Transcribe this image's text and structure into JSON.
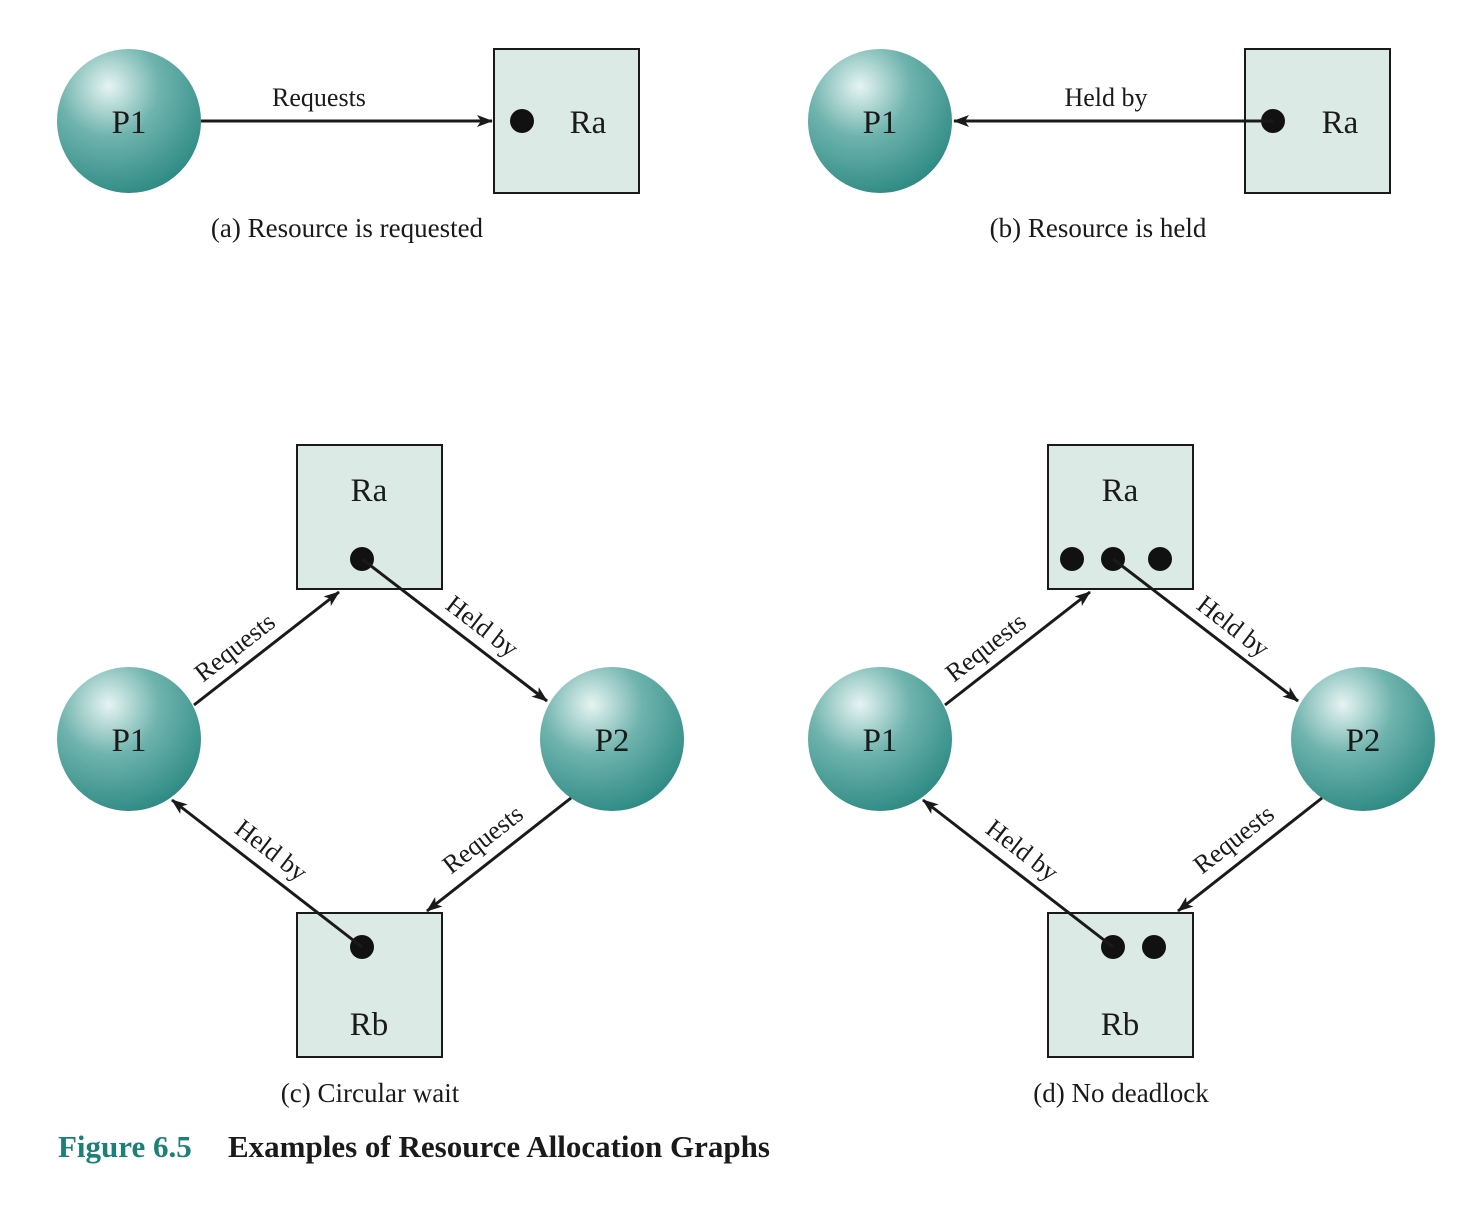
{
  "colors": {
    "process_fill_light": "#e6f4f2",
    "process_fill_dark": "#2e8a84",
    "resource_fill": "#dceae6",
    "figure_number": "#1a8078",
    "ink": "#1a1a1a"
  },
  "edge_labels": {
    "requests": "Requests",
    "held_by": "Held by"
  },
  "panel_a": {
    "caption": "(a) Resource is requested",
    "process": "P1",
    "resource": "Ra",
    "edge": "Requests"
  },
  "panel_b": {
    "caption": "(b) Resource is held",
    "process": "P1",
    "resource": "Ra",
    "edge": "Held by"
  },
  "panel_c": {
    "caption": "(c) Circular wait",
    "p1": "P1",
    "p2": "P2",
    "ra": "Ra",
    "rb": "Rb",
    "edges": [
      "Requests",
      "Held by",
      "Requests",
      "Held by"
    ]
  },
  "panel_d": {
    "caption": "(d) No deadlock",
    "p1": "P1",
    "p2": "P2",
    "ra": "Ra",
    "rb": "Rb",
    "edges": [
      "Requests",
      "Held by",
      "Requests",
      "Held by"
    ]
  },
  "figure": {
    "number": "Figure 6.5",
    "title": "Examples of Resource Allocation Graphs"
  }
}
